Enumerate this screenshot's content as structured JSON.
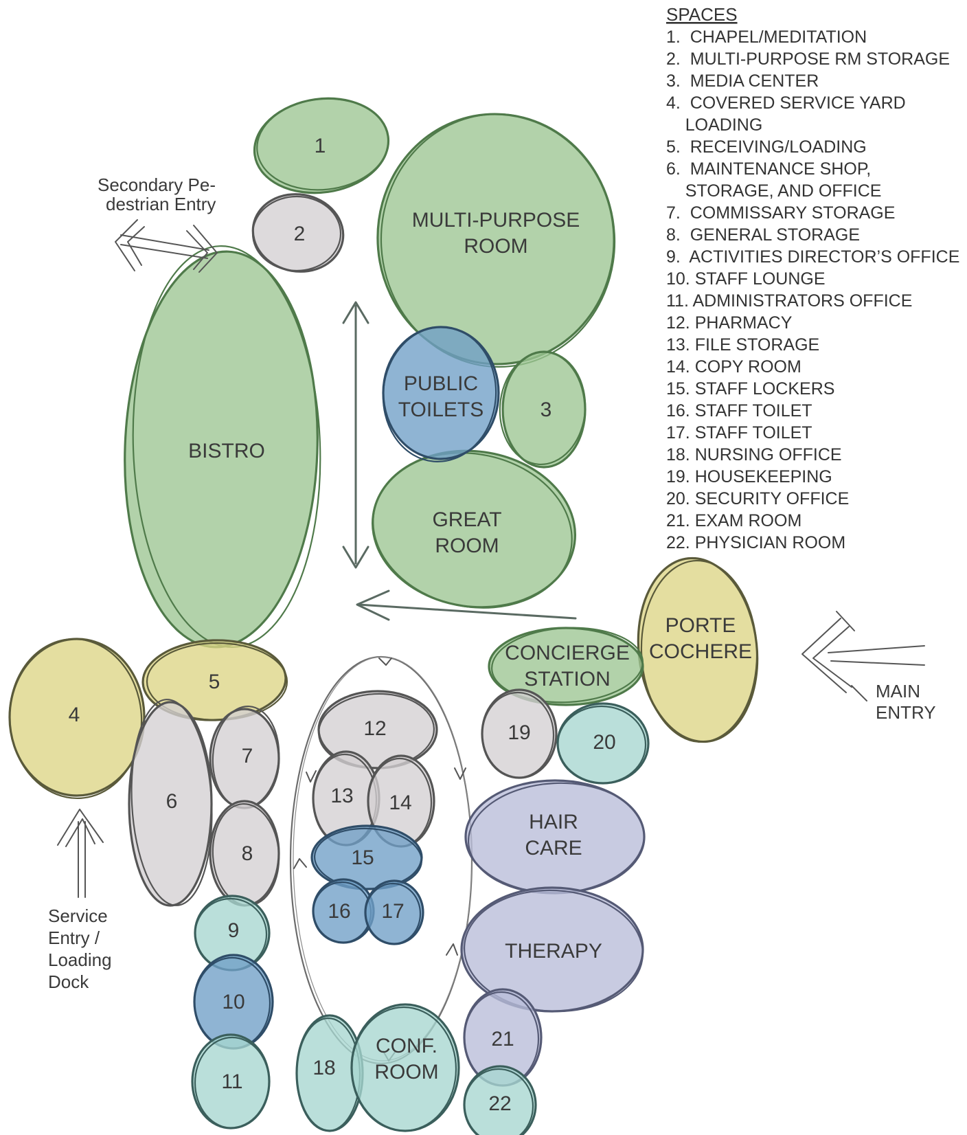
{
  "colors": {
    "green": "#9cc592",
    "green_stroke": "#4f7a4a",
    "gray": "#d3d0d2",
    "gray_stroke": "#555555",
    "yellow": "#dcd585",
    "yellow_stroke": "#5a5a3a",
    "blue": "#6f9fc7",
    "blue_stroke": "#2f4d68",
    "teal": "#a6d6d0",
    "teal_stroke": "#3b5f5c",
    "lavender": "#b8bcd8",
    "lavender_stroke": "#555a75"
  },
  "legend": {
    "title": "SPACES",
    "items": [
      "1.  CHAPEL/MEDITATION",
      "2.  MULTI-PURPOSE RM STORAGE",
      "3.  MEDIA CENTER",
      "4.  COVERED SERVICE YARD",
      "    LOADING",
      "5.  RECEIVING/LOADING",
      "6.  MAINTENANCE SHOP,",
      "    STORAGE, AND OFFICE",
      "7.  COMMISSARY STORAGE",
      "8.  GENERAL STORAGE",
      "9.  ACTIVITIES DIRECTOR’S OFFICE",
      "10. STAFF LOUNGE",
      "11. ADMINISTRATORS OFFICE",
      "12. PHARMACY",
      "13. FILE STORAGE",
      "14. COPY ROOM",
      "15. STAFF LOCKERS",
      "16. STAFF TOILET",
      "17. STAFF TOILET",
      "18. NURSING OFFICE",
      "19. HOUSEKEEPING",
      "20. SECURITY OFFICE",
      "21. EXAM ROOM",
      "22. PHYSICIAN ROOM"
    ]
  },
  "labels": {
    "secondary_entry": [
      "Secondary Pe-",
      "destrian Entry"
    ],
    "service_entry": [
      "Service",
      "Entry /",
      "Loading",
      "Dock"
    ],
    "main_entry": [
      "MAIN",
      "ENTRY"
    ]
  },
  "rooms": {
    "r1": "1",
    "r2": "2",
    "multipurpose": [
      "MULTI-PURPOSE",
      "ROOM"
    ],
    "toilets": [
      "PUBLIC",
      "TOILETS"
    ],
    "r3": "3",
    "great": [
      "GREAT",
      "ROOM"
    ],
    "bistro": "BISTRO",
    "r4": "4",
    "r5": "5",
    "r6": "6",
    "r7": "7",
    "r8": "8",
    "r9": "9",
    "r10": "10",
    "r11": "11",
    "r12": "12",
    "r13": "13",
    "r14": "14",
    "r15": "15",
    "r16": "16",
    "r17": "17",
    "r18": "18",
    "conf": [
      "CONF.",
      "ROOM"
    ],
    "r19": "19",
    "r20": "20",
    "r21": "21",
    "r22": "22",
    "hair": [
      "HAIR",
      "CARE"
    ],
    "therapy": "THERAPY",
    "concierge": [
      "CONCIERGE",
      "STATION"
    ],
    "porte": [
      "PORTE",
      "COCHERE"
    ]
  }
}
